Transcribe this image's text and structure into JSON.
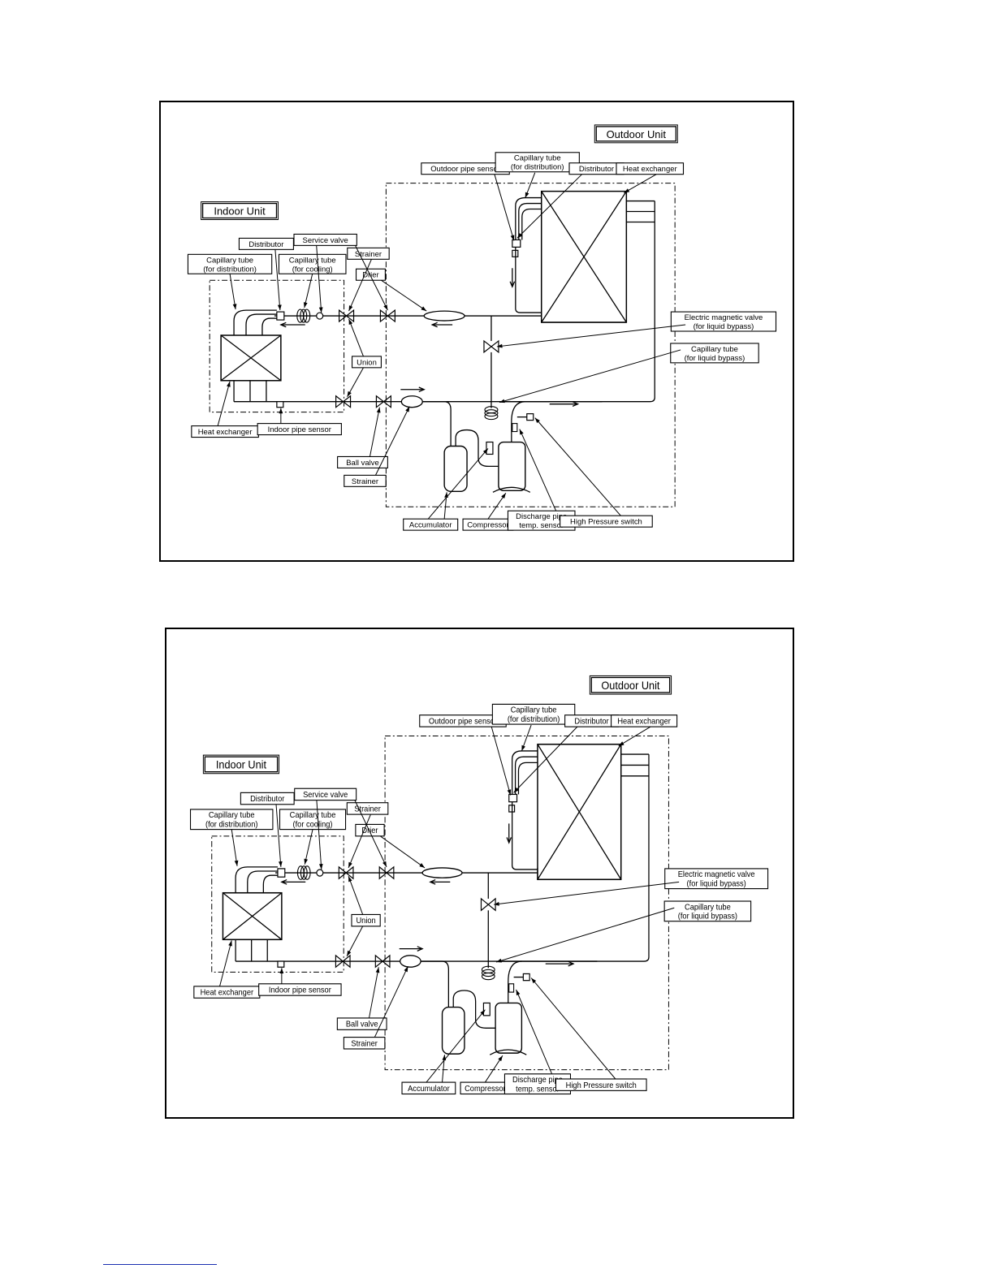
{
  "diagrams": [
    {
      "labels": {
        "outdoor_unit": "Outdoor Unit",
        "indoor_unit": "Indoor Unit",
        "outdoor_pipe_sensor": "Outdoor pipe sensor",
        "capillary_dist_out_1": "Capillary tube",
        "capillary_dist_out_2": "(for distribution)",
        "distributor_out": "Distributor",
        "heat_exchanger_out": "Heat exchanger",
        "distributor_in": "Distributor",
        "service_valve": "Service valve",
        "strainer_top": "Strainer",
        "drier": "Drier",
        "capillary_dist_in_1": "Capillary tube",
        "capillary_dist_in_2": "(for distribution)",
        "capillary_cool_1": "Capillary tube",
        "capillary_cool_2": "(for cooling)",
        "emv_1": "Electric magnetic valve",
        "emv_2": "(for liquid bypass)",
        "capillary_bypass_1": "Capillary tube",
        "capillary_bypass_2": "(for liquid bypass)",
        "union": "Union",
        "heat_exchanger_in": "Heat exchanger",
        "indoor_pipe_sensor": "Indoor pipe sensor",
        "ball_valve": "Ball valve",
        "strainer_bottom": "Strainer",
        "accumulator": "Accumulator",
        "compressor": "Compressor",
        "discharge_1": "Discharge pipe",
        "discharge_2": "temp. sensor",
        "high_pressure_switch": "High Pressure switch"
      }
    },
    {
      "labels": {
        "outdoor_unit": "Outdoor Unit",
        "indoor_unit": "Indoor Unit",
        "outdoor_pipe_sensor": "Outdoor pipe sensor",
        "capillary_dist_out_1": "Capillary tube",
        "capillary_dist_out_2": "(for distribution)",
        "distributor_out": "Distributor",
        "heat_exchanger_out": "Heat exchanger",
        "distributor_in": "Distributor",
        "service_valve": "Service valve",
        "strainer_top": "Strainer",
        "drier": "Drier",
        "capillary_dist_in_1": "Capillary tube",
        "capillary_dist_in_2": "(for distribution)",
        "capillary_cool_1": "Capillary tube",
        "capillary_cool_2": "(for cooling)",
        "emv_1": "Electric magnetic valve",
        "emv_2": "(for liquid bypass)",
        "capillary_bypass_1": "Capillary tube",
        "capillary_bypass_2": "(for liquid bypass)",
        "union": "Union",
        "heat_exchanger_in": "Heat exchanger",
        "indoor_pipe_sensor": "Indoor pipe sensor",
        "ball_valve": "Ball valve",
        "strainer_bottom": "Strainer",
        "accumulator": "Accumulator",
        "compressor": "Compressor",
        "discharge_1": "Discharge pipe",
        "discharge_2": "temp. sensor",
        "high_pressure_switch": "High Pressure switch"
      }
    }
  ]
}
